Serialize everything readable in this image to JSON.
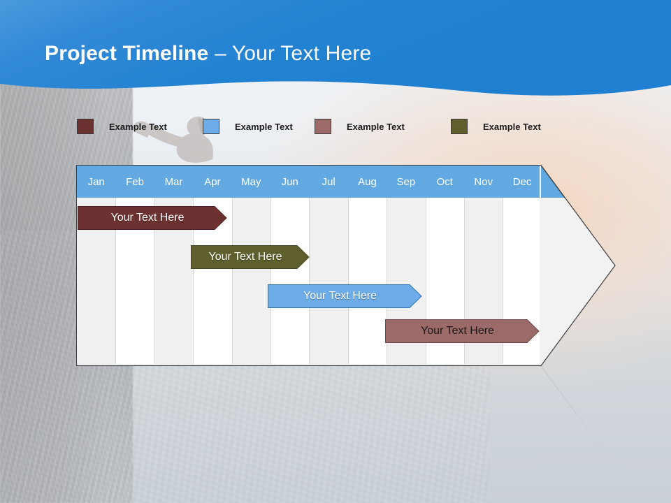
{
  "slide": {
    "title_strong": "Project Timeline",
    "title_separator": " – ",
    "title_rest": "Your Text Here",
    "banner_color": "#2a84d2",
    "background_description": "faded rock-climber photograph"
  },
  "legend": {
    "items": [
      {
        "label": "Example Text",
        "color": "#6b3231"
      },
      {
        "label": "Example Text",
        "color": "#6dace6"
      },
      {
        "label": "Example Text",
        "color": "#9d6a6a"
      },
      {
        "label": "Example Text",
        "color": "#5f5f2d"
      }
    ]
  },
  "chart_data": {
    "type": "bar",
    "title": "Project Timeline",
    "xlabel": "",
    "ylabel": "",
    "orientation": "horizontal",
    "grid": true,
    "legend_position": "top",
    "categories": [
      "Jan",
      "Feb",
      "Mar",
      "Apr",
      "May",
      "Jun",
      "Jul",
      "Aug",
      "Sep",
      "Oct",
      "Nov",
      "Dec"
    ],
    "header_fill": "#62a9e2",
    "header_text_color": "#ffffff",
    "row_stripe_colors": [
      "#f0f0f0",
      "#ffffff"
    ],
    "arrow_body_color": "#f2f2f2",
    "arrow_outline_color": "#3c3c3c",
    "series": [
      {
        "name": "Example Text",
        "label": "Your  Text Here",
        "color": "#6b3231",
        "text_color": "#ffffff",
        "start_month": "Jan",
        "end_month": "Apr",
        "start_index": 0,
        "end_index": 3.85,
        "row": 1
      },
      {
        "name": "Example Text",
        "label": "Your  Text Here",
        "color": "#5f5f2d",
        "text_color": "#ffffff",
        "start_month": "Apr",
        "end_month": "Jun",
        "start_index": 2.93,
        "end_index": 5.97,
        "row": 2
      },
      {
        "name": "Example Text",
        "label": "Your  Text Here",
        "color": "#6dace6",
        "text_color": "#ffffff",
        "start_month": "Jun",
        "end_month": "Sep",
        "start_index": 4.93,
        "end_index": 8.9,
        "row": 3
      },
      {
        "name": "Example Text",
        "label": "Your  Text Here",
        "color": "#9d6a6a",
        "text_color": "#1a1a1a",
        "start_month": "Sep",
        "end_month": "Dec",
        "start_index": 7.97,
        "end_index": 11.93,
        "row": 4
      }
    ]
  }
}
